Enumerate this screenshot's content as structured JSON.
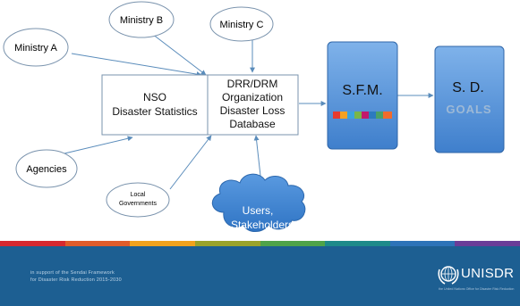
{
  "diagram": {
    "ministry_a": "Ministry A",
    "ministry_b": "Ministry B",
    "ministry_c": "Ministry C",
    "agencies": "Agencies",
    "local_gov": [
      "Local",
      "Governments"
    ],
    "nso": [
      "NSO",
      "Disaster Statistics"
    ],
    "drr": [
      "DRR/DRM",
      "Organization",
      "Disaster Loss",
      "Database"
    ],
    "users": [
      "Users,",
      "Stakeholders"
    ],
    "sfm": "S.F.M.",
    "sd": "S. D.",
    "goals_logo": "GOALS"
  },
  "footer": {
    "line1": "in support of the Sendai Framework",
    "line2": "for Disaster Risk Reduction 2015-2030",
    "logo_text": "UNISDR",
    "logo_tagline": "the United Nations Office for Disaster Risk Reduction"
  },
  "colors": {
    "ellipse_stroke": "#7a93ad",
    "arrow": "#5a8cbb",
    "box_fill": "#4f8fd7",
    "footer": "#1d5f92",
    "cloud": "#3f86d1"
  }
}
